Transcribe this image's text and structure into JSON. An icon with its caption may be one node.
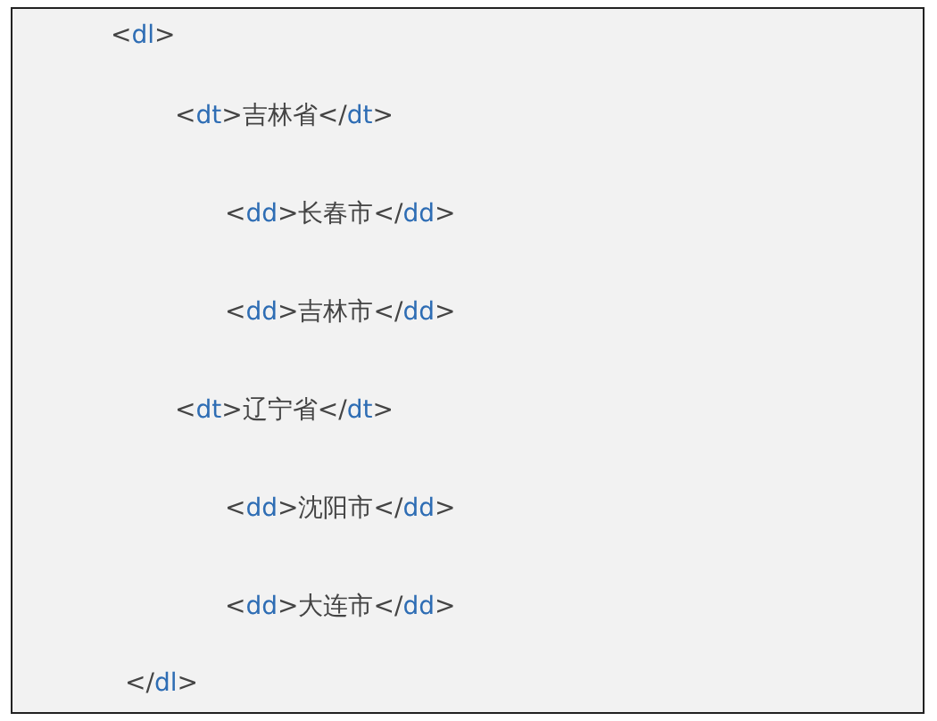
{
  "diagram": {
    "labels": [
      "<dl>",
      "<dt>吉林省</dt>",
      "<dd>长春市</dd>",
      "<dd>吉林市</dd>",
      "<dt>辽宁省</dt>",
      "<dd>沈阳市</dd>",
      "<dd>大连市</dd>",
      "</dl>"
    ]
  }
}
